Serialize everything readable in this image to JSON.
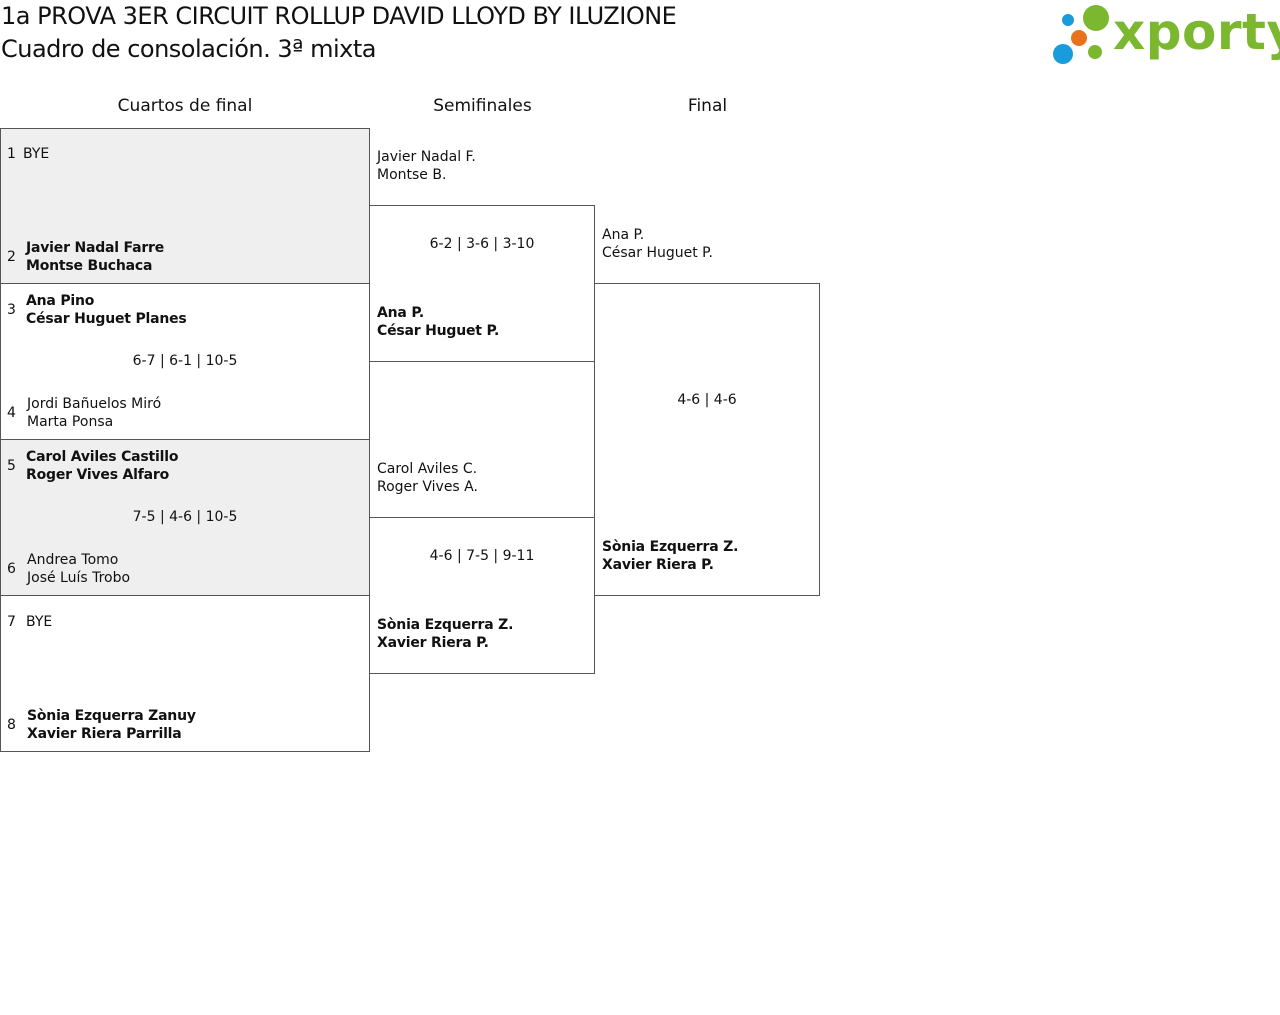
{
  "header": {
    "title": "1a PROVA 3ER CIRCUIT ROLLUP DAVID LLOYD BY ILUZIONE",
    "subtitle": "Cuadro de consolación. 3ª mixta",
    "logo_text": "xporty",
    "logo_colors": {
      "blue": "#1a9bdc",
      "orange": "#e8731c",
      "green": "#7cb82f"
    }
  },
  "rounds": {
    "qf": "Cuartos de final",
    "sf": "Semifinales",
    "final": "Final"
  },
  "quarterfinals": [
    {
      "top": {
        "seed": "1",
        "lines": [
          "BYE"
        ]
      },
      "bottom": {
        "seed": "2",
        "lines": [
          "Javier Nadal Farre",
          "Montse Buchaca"
        ]
      },
      "score": "",
      "winner": "bottom"
    },
    {
      "top": {
        "seed": "3",
        "lines": [
          "Ana Pino",
          "César Huguet Planes"
        ]
      },
      "bottom": {
        "seed": "4",
        "lines": [
          "Jordi Bañuelos Miró",
          "Marta Ponsa"
        ]
      },
      "score": "6-7 | 6-1 | 10-5",
      "winner": "top"
    },
    {
      "top": {
        "seed": "5",
        "lines": [
          "Carol Aviles Castillo",
          "Roger Vives Alfaro"
        ]
      },
      "bottom": {
        "seed": "6",
        "lines": [
          "Andrea Tomo",
          "José Luís Trobo"
        ]
      },
      "score": "7-5 | 4-6 | 10-5",
      "winner": "top"
    },
    {
      "top": {
        "seed": "7",
        "lines": [
          "BYE"
        ]
      },
      "bottom": {
        "seed": "8",
        "lines": [
          "Sònia Ezquerra Zanuy",
          "Xavier Riera Parrilla"
        ]
      },
      "score": "",
      "winner": "bottom"
    }
  ],
  "semifinals": [
    {
      "top": {
        "lines": [
          "Javier Nadal F.",
          "Montse B."
        ]
      },
      "bottom": {
        "lines": [
          "Ana P.",
          "César Huguet P."
        ]
      },
      "score": "6-2 | 3-6 | 3-10",
      "winner": "bottom"
    },
    {
      "top": {
        "lines": [
          "Carol Aviles C.",
          "Roger Vives A."
        ]
      },
      "bottom": {
        "lines": [
          "Sònia Ezquerra Z.",
          "Xavier Riera P."
        ]
      },
      "score": "4-6 | 7-5 | 9-11",
      "winner": "bottom"
    }
  ],
  "final": {
    "top": {
      "lines": [
        "Ana P.",
        "César Huguet P."
      ]
    },
    "bottom": {
      "lines": [
        "Sònia Ezquerra Z.",
        "Xavier Riera P."
      ]
    },
    "score": "4-6 | 4-6",
    "winner": "bottom"
  }
}
